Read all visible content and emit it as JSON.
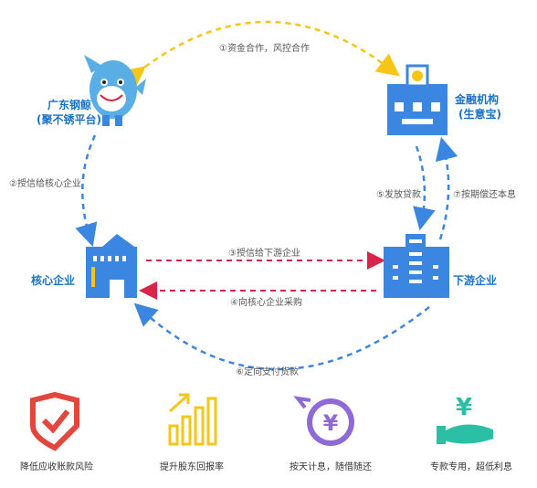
{
  "nodes": {
    "platform_name": "广东钢鲸",
    "platform_sub": "(聚不锈平台)",
    "bank_name": "金融机构",
    "bank_sub": "(生意宝)",
    "core_name": "核心企业",
    "down_name": "下游企业"
  },
  "flows": {
    "f1": "①资金合作，风控合作",
    "f2": "②授信给核心企业",
    "f3": "③授信给下游企业",
    "f4": "④向核心企业采购",
    "f5": "⑤发放贷款",
    "f6": "⑥定向支付货款",
    "f7": "⑦按期偿还本息"
  },
  "features": [
    {
      "label": "降低应收账款风险",
      "icon": "shield-check-icon"
    },
    {
      "label": "提升股东回报率",
      "icon": "bar-chart-up-icon"
    },
    {
      "label": "按天计息，随借随还",
      "icon": "yen-cycle-icon"
    },
    {
      "label": "专款专用，超低利息",
      "icon": "yen-hand-icon"
    }
  ],
  "colors": {
    "blue": "#3a86e0",
    "yellow": "#f5c518",
    "red": "#d8264a",
    "shield": "#e2463c"
  }
}
